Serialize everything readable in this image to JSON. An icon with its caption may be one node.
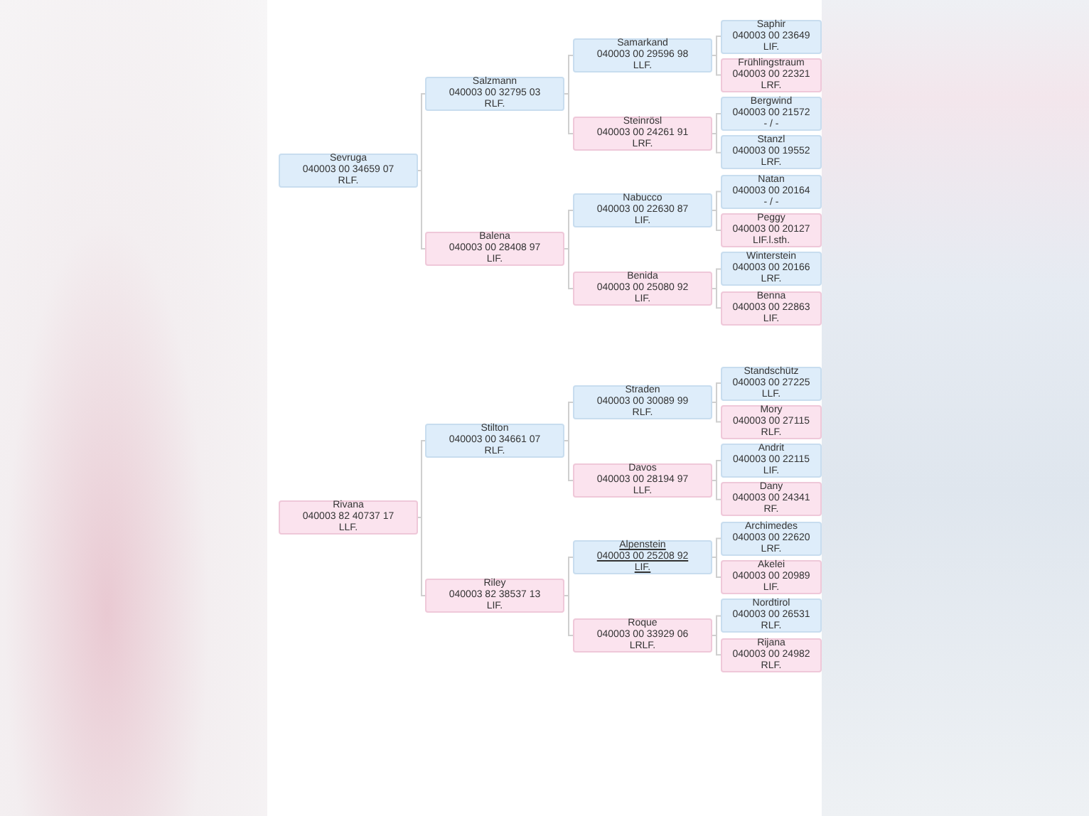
{
  "diagram": {
    "nodes": [
      {
        "text": [
          "Sevruga",
          "040003 00 34659 07",
          "RLF."
        ]
      },
      {
        "text": [
          "Salzmann",
          "040003 00 32795 03",
          "RLF."
        ]
      },
      {
        "text": [
          "Samarkand",
          "040003 00 29596 98",
          "LLF."
        ]
      },
      {
        "text": [
          "Saphir",
          "040003 00 23649",
          "LIF."
        ]
      },
      {
        "text": [
          "Frühlingstraum",
          "040003 00 22321",
          "LRF."
        ]
      },
      {
        "text": [
          "Steinrösl",
          "040003 00 24261 91",
          "LRF."
        ]
      },
      {
        "text": [
          "Bergwind",
          "040003 00 21572",
          "- / -"
        ]
      },
      {
        "text": [
          "Stanzl",
          "040003 00 19552",
          "LRF."
        ]
      },
      {
        "text": [
          "Balena",
          "040003 00 28408 97",
          "LIF."
        ]
      },
      {
        "text": [
          "Nabucco",
          "040003 00 22630 87",
          "LIF."
        ]
      },
      {
        "text": [
          "Natan",
          "040003 00 20164",
          "- / -"
        ]
      },
      {
        "text": [
          "Peggy",
          "040003 00 20127",
          "LIF.l.sth."
        ]
      },
      {
        "text": [
          "Benida",
          "040003 00 25080 92",
          "LIF."
        ]
      },
      {
        "text": [
          "Winterstein",
          "040003 00 20166",
          "LRF."
        ]
      },
      {
        "text": [
          "Benna",
          "040003 00 22863",
          "LIF."
        ]
      },
      {
        "text": [
          "Rivana",
          "040003 82 40737 17",
          "LLF."
        ]
      },
      {
        "text": [
          "Stilton",
          "040003 00 34661 07",
          "RLF."
        ]
      },
      {
        "text": [
          "Straden",
          "040003 00 30089 99",
          "RLF."
        ]
      },
      {
        "text": [
          "Standschütz",
          "040003 00 27225",
          "LLF."
        ]
      },
      {
        "text": [
          "Mory",
          "040003 00 27115",
          "RLF."
        ]
      },
      {
        "text": [
          "Davos",
          "040003 00 28194 97",
          "LLF."
        ]
      },
      {
        "text": [
          "Andrit",
          "040003 00 22115",
          "LIF."
        ]
      },
      {
        "text": [
          "Dany",
          "040003 00 24341",
          "RF."
        ]
      },
      {
        "text": [
          "Riley",
          "040003 82 38537 13",
          "LIF."
        ]
      },
      {
        "text": [
          "Alpenstein",
          "040003 00 25208 92",
          "LIF."
        ]
      },
      {
        "text": [
          "Archimedes",
          "040003 00 22620",
          "LRF."
        ]
      },
      {
        "text": [
          "Akelei",
          "040003 00 20989",
          "LIF."
        ]
      },
      {
        "text": [
          "Roque",
          "040003 00 33929 06",
          "LRLF."
        ]
      },
      {
        "text": [
          "Nordtirol",
          "040003 00 26531",
          "RLF."
        ]
      },
      {
        "text": [
          "Rijana",
          "040003 00 24982",
          "RLF."
        ]
      }
    ],
    "edges": [
      {
        "from": 0,
        "to": 1,
        "arrow": "none"
      },
      {
        "from": 0,
        "to": 8,
        "arrow": "none"
      },
      {
        "from": 1,
        "to": 2,
        "arrow": "none"
      },
      {
        "from": 1,
        "to": 5,
        "arrow": "none"
      },
      {
        "from": 2,
        "to": 3,
        "arrow": "none"
      },
      {
        "from": 2,
        "to": 4,
        "arrow": "none"
      },
      {
        "from": 5,
        "to": 6,
        "arrow": "none"
      },
      {
        "from": 5,
        "to": 7,
        "arrow": "none"
      },
      {
        "from": 8,
        "to": 9,
        "arrow": "none"
      },
      {
        "from": 8,
        "to": 12,
        "arrow": "none"
      },
      {
        "from": 9,
        "to": 10,
        "arrow": "none"
      },
      {
        "from": 9,
        "to": 11,
        "arrow": "none"
      },
      {
        "from": 12,
        "to": 13,
        "arrow": "none"
      },
      {
        "from": 12,
        "to": 14,
        "arrow": "none"
      },
      {
        "from": 15,
        "to": 16,
        "arrow": "none"
      },
      {
        "from": 15,
        "to": 23,
        "arrow": "none"
      },
      {
        "from": 16,
        "to": 17,
        "arrow": "none"
      },
      {
        "from": 16,
        "to": 20,
        "arrow": "none"
      },
      {
        "from": 17,
        "to": 18,
        "arrow": "none"
      },
      {
        "from": 17,
        "to": 19,
        "arrow": "none"
      },
      {
        "from": 20,
        "to": 21,
        "arrow": "none"
      },
      {
        "from": 20,
        "to": 22,
        "arrow": "none"
      },
      {
        "from": 23,
        "to": 24,
        "arrow": "none"
      },
      {
        "from": 23,
        "to": 27,
        "arrow": "none"
      },
      {
        "from": 24,
        "to": 25,
        "arrow": "none"
      },
      {
        "from": 24,
        "to": 26,
        "arrow": "none"
      },
      {
        "from": 27,
        "to": 28,
        "arrow": "none"
      },
      {
        "from": 27,
        "to": 29,
        "arrow": "none"
      }
    ]
  }
}
